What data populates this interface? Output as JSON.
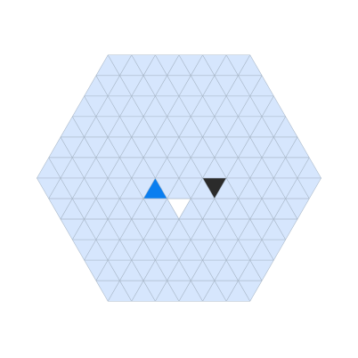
{
  "board": {
    "shape": "hexagon",
    "cell_shape": "triangle",
    "side_cells": 6,
    "colors": {
      "cell": "#d6e6fd",
      "grid_line": "#a9b8c9",
      "background": "#ffffff"
    }
  },
  "special_cells": [
    {
      "name": "highlight-cell-blue",
      "state": "selected",
      "color": "#0a7ef0",
      "row": 6,
      "col": 9
    },
    {
      "name": "highlight-cell-white",
      "state": "empty",
      "color": "#ffffff",
      "row": 7,
      "col": 10
    },
    {
      "name": "highlight-cell-dark",
      "state": "filled",
      "color": "#2b2b2b",
      "row": 6,
      "col": 14
    }
  ]
}
